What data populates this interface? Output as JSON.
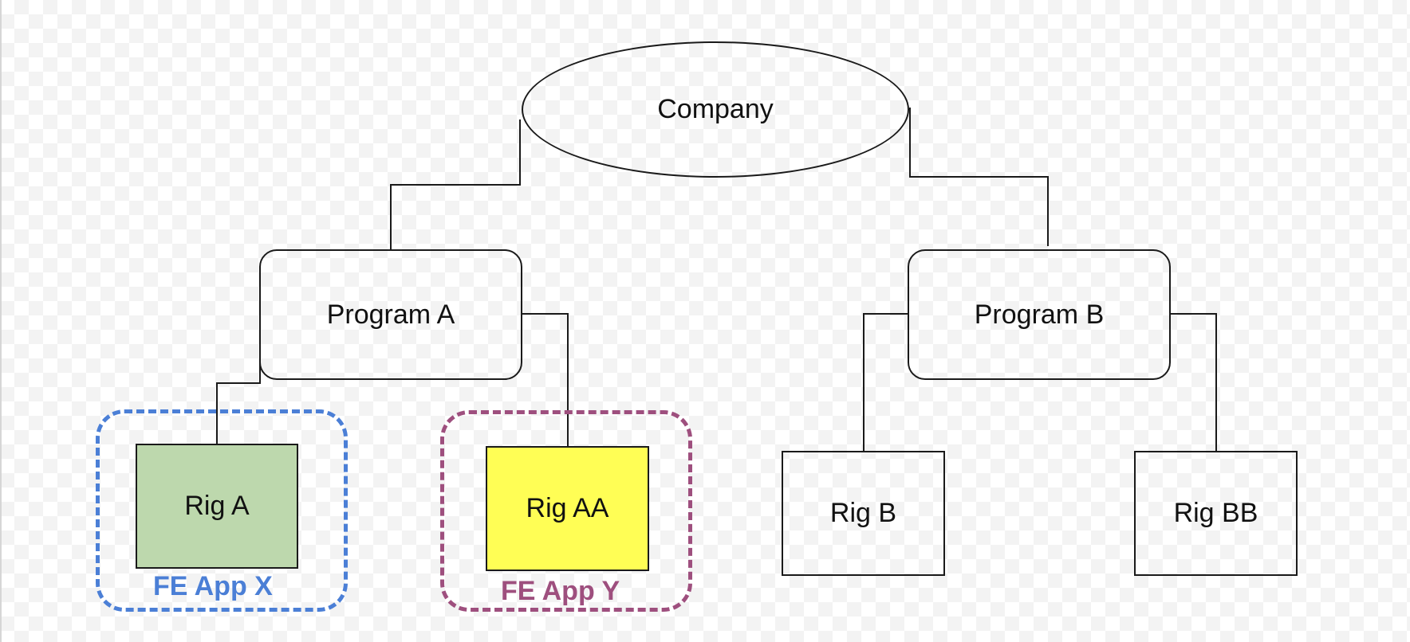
{
  "diagram": {
    "nodes": {
      "company": "Company",
      "program_a": "Program A",
      "program_b": "Program B",
      "rig_a": "Rig A",
      "rig_aa": "Rig AA",
      "rig_b": "Rig B",
      "rig_bb": "Rig BB"
    },
    "groups": {
      "fe_app_x": "FE App X",
      "fe_app_y": "FE App Y"
    },
    "colors": {
      "line": "#1a1a1a",
      "rig_a_fill": "#bdd8ad",
      "rig_aa_fill": "#fffe55",
      "group_x": "#4b7fd6",
      "group_y": "#9e4f7e"
    }
  }
}
